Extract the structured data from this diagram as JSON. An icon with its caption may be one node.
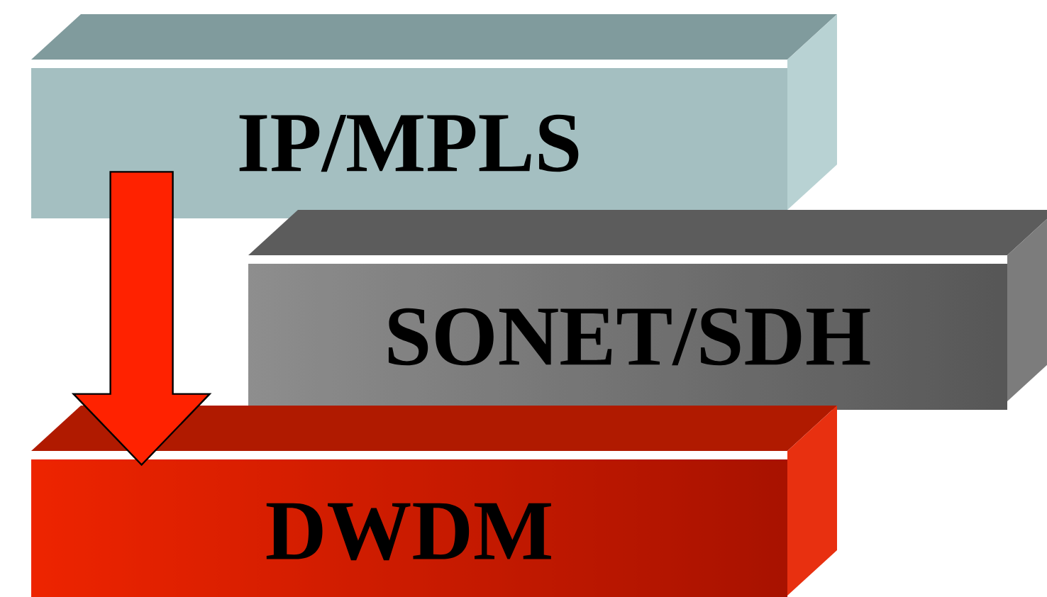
{
  "diagram": {
    "nodes": [
      {
        "text": [
          "IP/MPLS"
        ]
      },
      {
        "text": [
          "SONET/SDH"
        ]
      },
      {
        "text": [
          "DWDM"
        ]
      }
    ],
    "edges": [
      {
        "from": 0,
        "to": 2,
        "arrow": "to"
      }
    ]
  }
}
